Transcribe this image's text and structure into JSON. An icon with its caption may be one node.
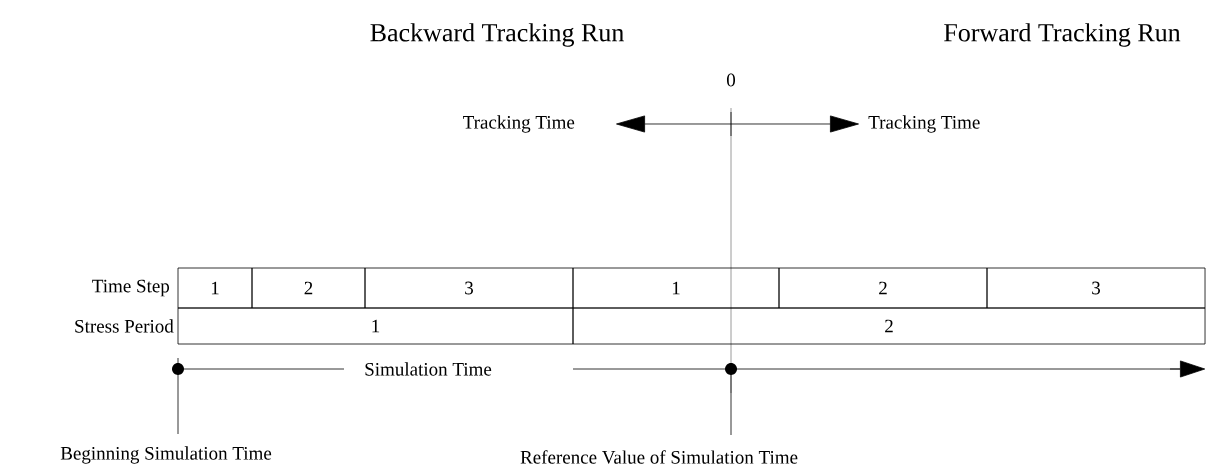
{
  "diagram": {
    "nodes": [
      {
        "text": [
          "1"
        ]
      },
      {
        "text": [
          "2"
        ]
      },
      {
        "text": [
          "3"
        ]
      },
      {
        "text": [
          "1"
        ]
      },
      {
        "text": [
          "2"
        ]
      },
      {
        "text": [
          "3"
        ]
      },
      {
        "text": [
          "1"
        ]
      },
      {
        "text": [
          "2"
        ]
      }
    ],
    "labels": [
      "Backward Tracking Run",
      "Forward Tracking Run",
      "0",
      "Tracking Time",
      "Tracking Time",
      "Time Step",
      "Stress Period",
      "Simulation Time",
      "Beginning Simulation Time",
      "Reference Value of Simulation Time"
    ]
  }
}
